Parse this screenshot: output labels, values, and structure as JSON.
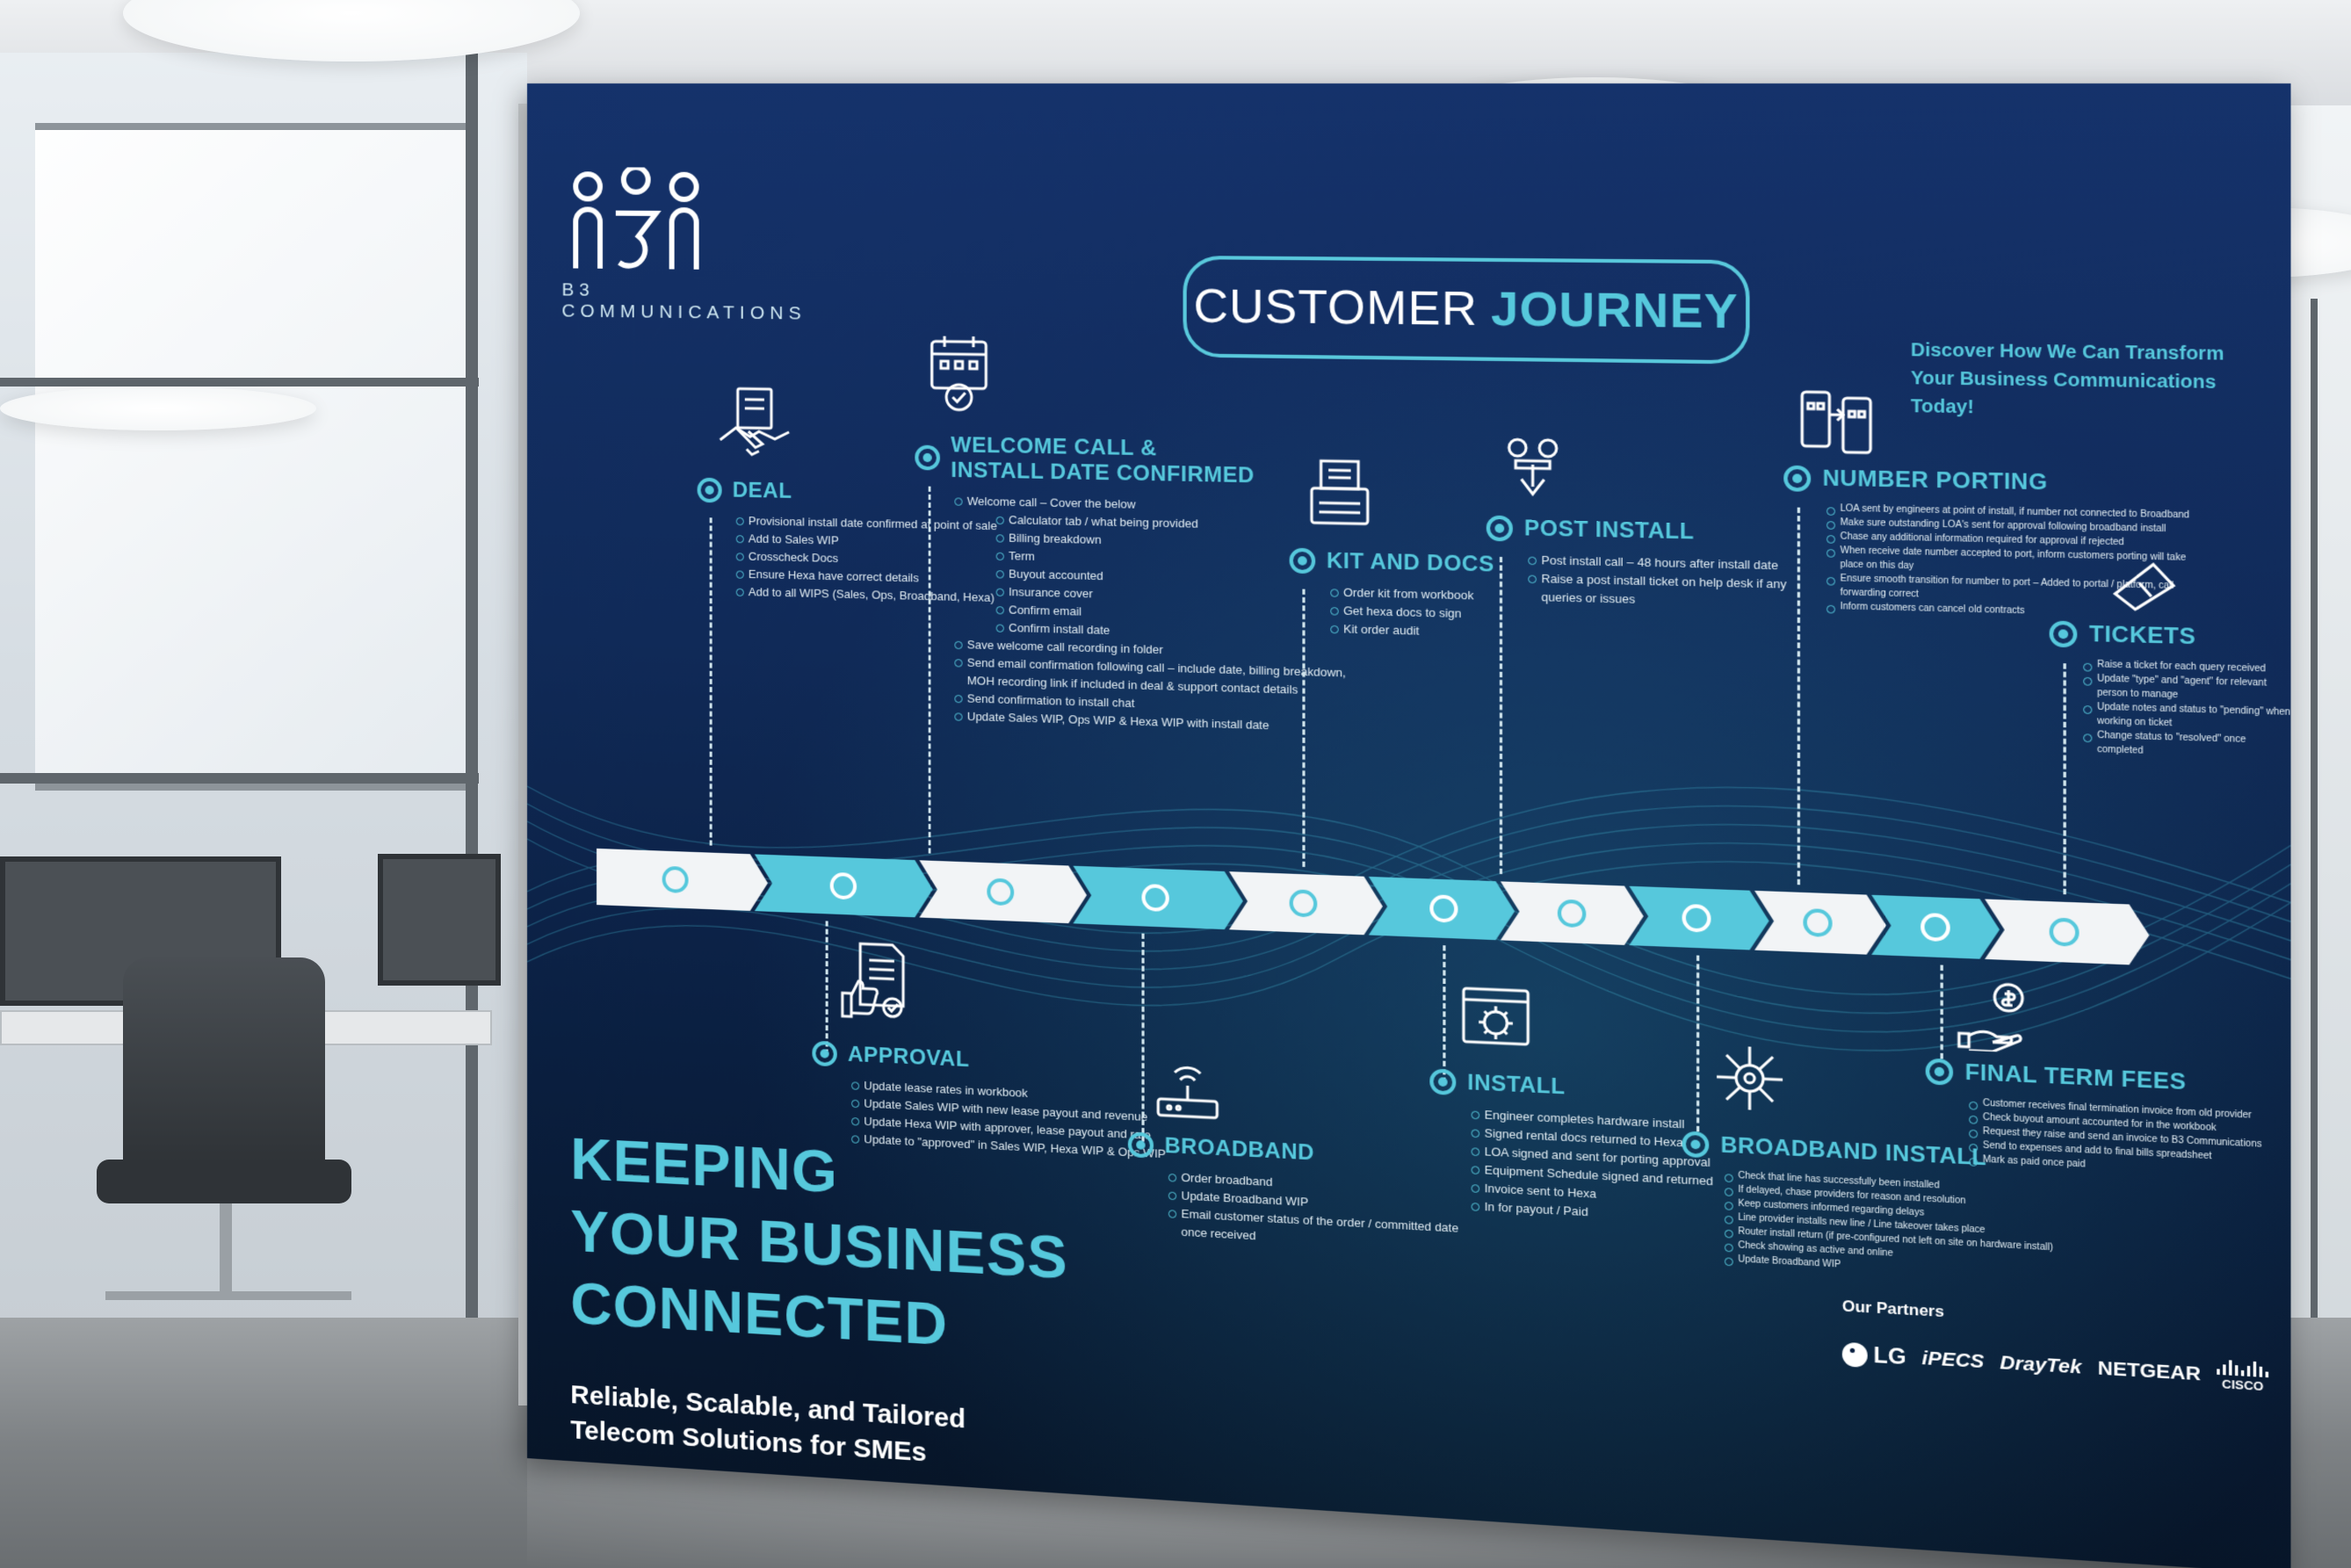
{
  "company": "B3 COMMUNICATIONS",
  "title": {
    "thin": "CUSTOMER",
    "bold": "JOURNEY"
  },
  "discover": [
    "Discover How We Can Transform",
    "Your Business Communications Today!"
  ],
  "stages": {
    "deal": {
      "title": [
        "DEAL"
      ],
      "items": [
        "Provisional install date confirmed at point of sale",
        "Add to Sales WIP",
        "Crosscheck Docs",
        "Ensure Hexa have correct details",
        "Add to all WIPS (Sales, Ops, Broadband, Hexa)"
      ]
    },
    "welcome": {
      "title": [
        "WELCOME CALL &",
        "INSTALL DATE CONFIRMED"
      ],
      "items": [
        "Welcome call – Cover the below",
        "Calculator tab / what being provided",
        "Billing breakdown",
        "Term",
        "Buyout accounted",
        "Insurance cover",
        "Confirm email",
        "Confirm install date",
        "Save welcome call recording in folder",
        "Send email confirmation following call – include date, billing breakdown, MOH recording link if included in deal & support contact details",
        "Send confirmation to install chat",
        "Update Sales WIP, Ops WIP & Hexa WIP with install date"
      ]
    },
    "kit": {
      "title": [
        "KIT AND DOCS"
      ],
      "items": [
        "Order kit from workbook",
        "Get hexa docs to sign",
        "Kit order audit"
      ]
    },
    "post_install": {
      "title": [
        "POST INSTALL"
      ],
      "items": [
        "Post install call – 48 hours after install date",
        "Raise a post install ticket on help desk if any queries or issues"
      ]
    },
    "number_porting": {
      "title": [
        "NUMBER PORTING"
      ],
      "items": [
        "LOA sent by engineers at point of install, if number not connected to Broadband",
        "Make sure outstanding LOA's sent for approval following broadband install",
        "Chase any additional information required for approval if rejected",
        "When receive date number accepted to port, inform customers porting will take place on this day",
        "Ensure smooth transition for number to port – Added to portal / platform, call forwarding correct",
        "Inform customers can cancel old contracts"
      ]
    },
    "tickets": {
      "title": [
        "TICKETS"
      ],
      "items": [
        "Raise a ticket for each query received",
        "Update \"type\" and \"agent\" for relevant person to manage",
        "Update notes and status to \"pending\" when working on ticket",
        "Change status to \"resolved\" once completed"
      ]
    },
    "approval": {
      "title": [
        "APPROVAL"
      ],
      "items": [
        "Update lease rates in workbook",
        "Update Sales WIP with new lease payout and revenue",
        "Update Hexa WIP with approver, lease payout and rate",
        "Update to \"approved\" in Sales WIP, Hexa WIP & Ops WIP"
      ]
    },
    "broadband": {
      "title": [
        "BROADBAND"
      ],
      "items": [
        "Order broadband",
        "Update Broadband WIP",
        "Email customer status of the order / committed date once received"
      ]
    },
    "install": {
      "title": [
        "INSTALL"
      ],
      "items": [
        "Engineer completes hardware install",
        "Signed rental docs returned to Hexa",
        "LOA signed and sent for porting approval",
        "Equipment Schedule signed and returned",
        "Invoice sent to Hexa",
        "In for payout / Paid"
      ]
    },
    "broadband_install": {
      "title": [
        "BROADBAND INSTALL"
      ],
      "items": [
        "Check that line has successfully been installed",
        "If delayed, chase providers for reason and resolution",
        "Keep customers informed regarding delays",
        "Line provider installs new line / Line takeover takes place",
        "Router install return (if pre-configured not left on site on hardware install)",
        "Check showing as active and online",
        "Update Broadband WIP"
      ]
    },
    "final_term_fees": {
      "title": [
        "FINAL TERM FEES"
      ],
      "items": [
        "Customer receives final termination invoice from old provider",
        "Check buyout amount accounted for in the workbook",
        "Request they raise and send an invoice to B3 Communications",
        "Send to expenses and add to final bills spreadsheet",
        "Mark as paid once paid"
      ]
    }
  },
  "headline": [
    "KEEPING",
    "YOUR BUSINESS",
    "CONNECTED"
  ],
  "tagline": [
    "Reliable, Scalable, and Tailored",
    "Telecom Solutions for SMEs"
  ],
  "partners": {
    "title": "Our Partners",
    "names": [
      "LG",
      "iPECS",
      "DrayTek",
      "NETGEAR",
      "CISCO"
    ]
  },
  "colors": {
    "accent": "#56c8dc",
    "panel_top": "#15326b",
    "panel_bottom": "#071528",
    "timeline_light": "#f2f4f6"
  },
  "icons": [
    "handshake-icon",
    "calendar-check-icon",
    "printer-docs-icon",
    "gears-arrow-icon",
    "phones-icon",
    "ticket-icon",
    "thumbs-up-doc-icon",
    "router-icon",
    "gear-window-icon",
    "network-node-icon",
    "money-hand-icon"
  ]
}
